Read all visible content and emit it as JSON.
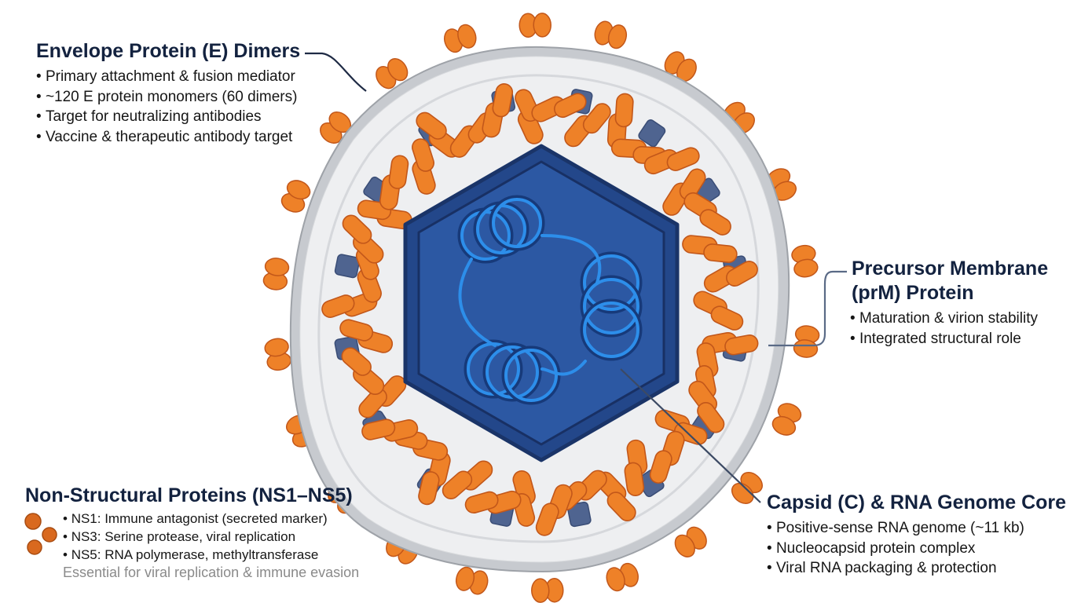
{
  "labels": {
    "envelope": {
      "title": "Envelope Protein (E) Dimers",
      "bullets": [
        "Primary attachment & fusion mediator",
        "~120 E protein monomers (60 dimers)",
        "Target for neutralizing antibodies",
        "Vaccine & therapeutic antibody target"
      ]
    },
    "prm": {
      "title_line1": "Precursor Membrane",
      "title_line2": "(prM) Protein",
      "bullets": [
        "Maturation & virion stability",
        "Integrated structural role"
      ]
    },
    "capsid": {
      "title": "Capsid (C) & RNA Genome Core",
      "bullets": [
        "Positive-sense RNA genome (~11 kb)",
        "Nucleocapsid protein complex",
        "Viral RNA packaging & protection"
      ]
    },
    "nonstructural": {
      "title": "Non-Structural Proteins (NS1–NS5)",
      "bullets": [
        "NS1: Immune antagonist (secreted marker)",
        "NS3: Serine protease, viral replication",
        "NS5: RNA polymerase, methyltransferase"
      ],
      "note": "Essential for viral replication & immune evasion"
    }
  },
  "colors": {
    "envelope_orange": "#ee8128",
    "envelope_outline": "#c2571a",
    "prm_slate": "#4f6490",
    "capsid_blue": "#2c58a3",
    "capsid_dark": "#1d3f80",
    "rna_blue": "#2d8eea",
    "membrane_gray": "#d4d6da",
    "leader_line": "#1e2a44"
  },
  "icons": {
    "ns_cluster": "ns-protein-dots-icon"
  }
}
